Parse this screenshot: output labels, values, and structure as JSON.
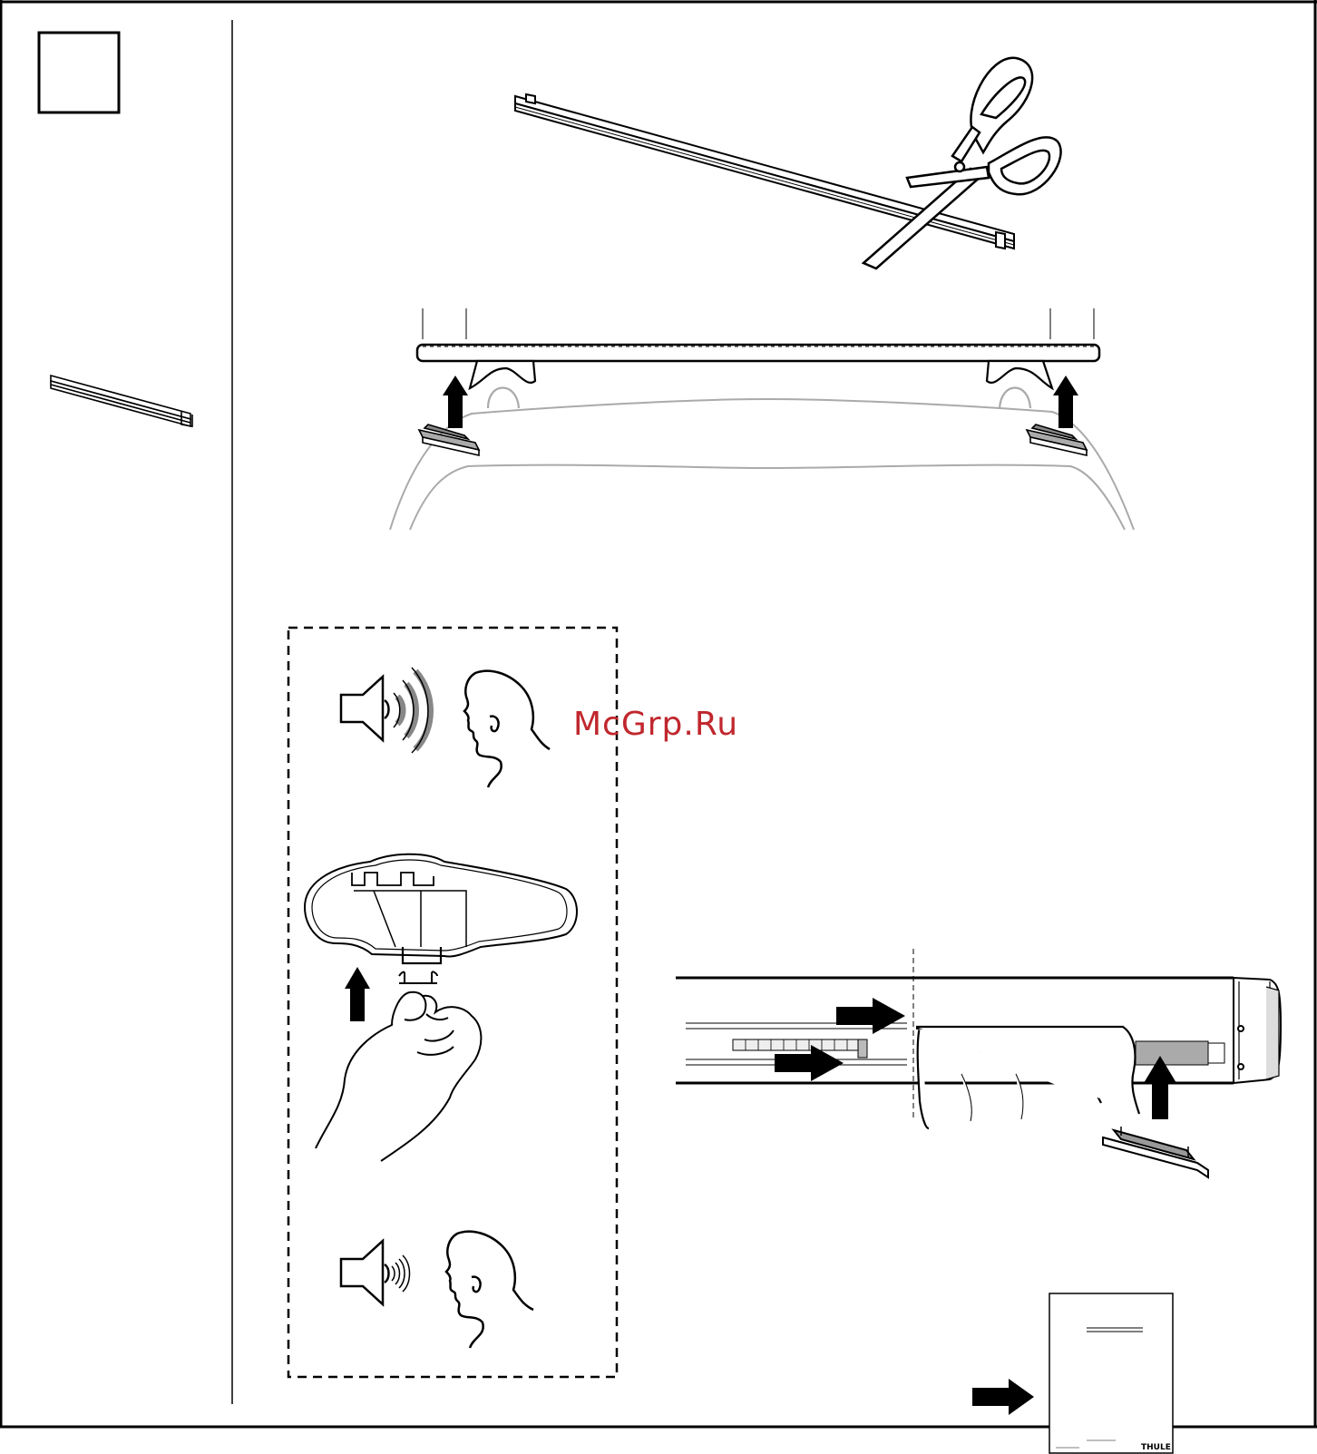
{
  "watermark": {
    "text": "McGrp.Ru",
    "color": "#c0272d"
  },
  "manual_brand": "THULE",
  "step": {
    "number_box_label": "",
    "part_icon": "rubber-strip-icon"
  },
  "illustrations": [
    {
      "name": "cut-strip-scissors",
      "icon": "scissors-icon"
    },
    {
      "name": "roof-bar-side-view",
      "icon": "roof-bar-icon"
    },
    {
      "name": "sound-loud-hearing",
      "icon": "speaker-loud-icon"
    },
    {
      "name": "bar-profile-insert-strip",
      "icon": "bar-profile-icon"
    },
    {
      "name": "sound-quiet-hearing",
      "icon": "speaker-quiet-icon"
    },
    {
      "name": "bar-strip-detail",
      "icon": "bar-cutaway-icon"
    },
    {
      "name": "see-manual",
      "icon": "manual-booklet-icon"
    }
  ]
}
